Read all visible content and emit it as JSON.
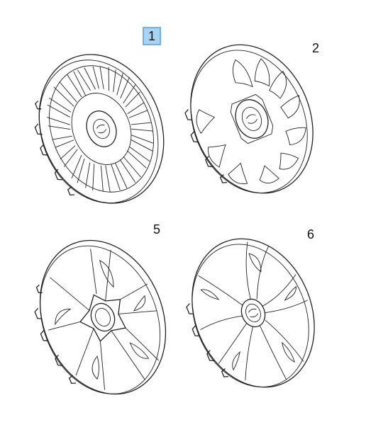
{
  "diagram": {
    "parts": [
      {
        "id": "1",
        "label": "1",
        "selected": true,
        "style": "multi-slot"
      },
      {
        "id": "2",
        "label": "2",
        "selected": false,
        "style": "ten-spoke"
      },
      {
        "id": "5",
        "label": "5",
        "selected": false,
        "style": "five-spoke-star"
      },
      {
        "id": "6",
        "label": "6",
        "selected": false,
        "style": "five-spoke-twist"
      }
    ],
    "colors": {
      "line": "#222222",
      "highlight_fill": "#a9d3f2",
      "highlight_border": "#6fb1e4"
    }
  }
}
